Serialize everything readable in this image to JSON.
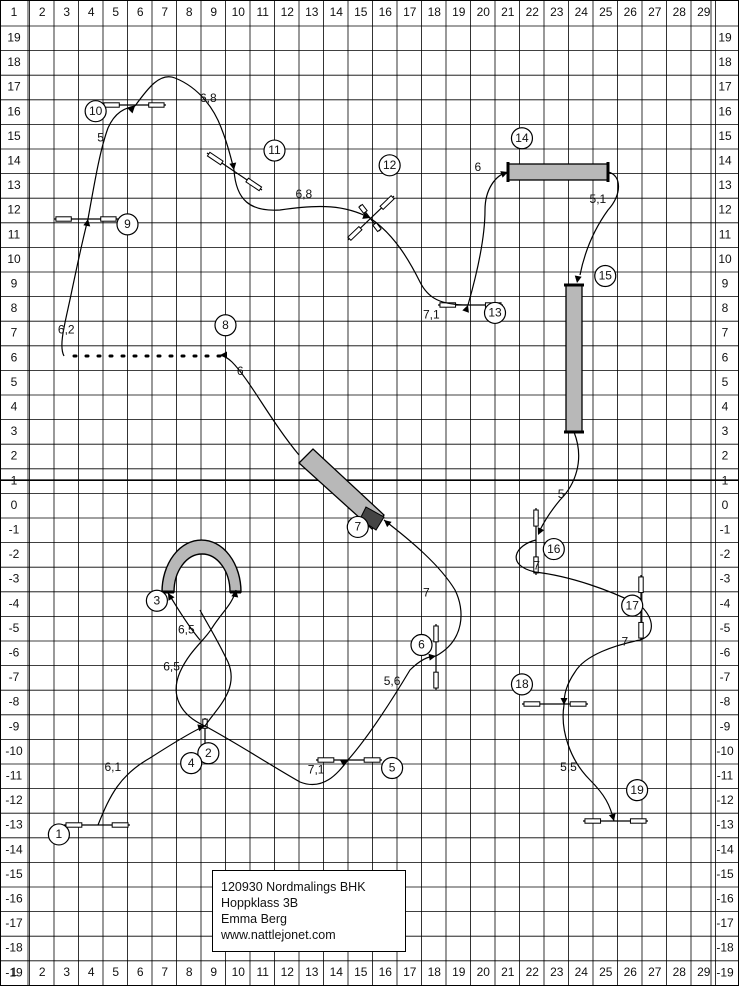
{
  "grid": {
    "x_labels": [
      "1",
      "2",
      "3",
      "4",
      "5",
      "6",
      "7",
      "8",
      "9",
      "10",
      "11",
      "12",
      "13",
      "14",
      "15",
      "16",
      "17",
      "18",
      "19",
      "20",
      "21",
      "22",
      "23",
      "24",
      "25",
      "26",
      "27",
      "28",
      "29"
    ],
    "y_labels": [
      "19",
      "18",
      "17",
      "16",
      "15",
      "14",
      "13",
      "12",
      "11",
      "10",
      "9",
      "8",
      "7",
      "6",
      "5",
      "4",
      "3",
      "2",
      "1",
      "0",
      "-1",
      "-2",
      "-3",
      "-4",
      "-5",
      "-6",
      "-7",
      "-8",
      "-9",
      "-10",
      "-11",
      "-12",
      "-13",
      "-14",
      "-15",
      "-16",
      "-17",
      "-18",
      "-19"
    ],
    "line_color": "#000000"
  },
  "obstacle_numbers": [
    {
      "n": "1",
      "gx": 2.2,
      "gy": -13.9
    },
    {
      "n": "2",
      "gx": 8.3,
      "gy": -10.6
    },
    {
      "n": "3",
      "gx": 6.2,
      "gy": -4.4
    },
    {
      "n": "4",
      "gx": 7.6,
      "gy": -11.0
    },
    {
      "n": "5",
      "gx": 15.8,
      "gy": -11.2
    },
    {
      "n": "6",
      "gx": 17.0,
      "gy": -6.2
    },
    {
      "n": "7",
      "gx": 14.4,
      "gy": -1.4
    },
    {
      "n": "8",
      "gx": 9.0,
      "gy": 6.8
    },
    {
      "n": "9",
      "gx": 5.0,
      "gy": 10.9
    },
    {
      "n": "10",
      "gx": 3.7,
      "gy": 15.5
    },
    {
      "n": "11",
      "gx": 11.0,
      "gy": 13.9
    },
    {
      "n": "12",
      "gx": 15.7,
      "gy": 13.3
    },
    {
      "n": "13",
      "gx": 20.0,
      "gy": 7.3
    },
    {
      "n": "14",
      "gx": 21.1,
      "gy": 14.4
    },
    {
      "n": "15",
      "gx": 24.5,
      "gy": 8.8
    },
    {
      "n": "16",
      "gx": 22.4,
      "gy": -2.3
    },
    {
      "n": "17",
      "gx": 25.6,
      "gy": -4.6
    },
    {
      "n": "18",
      "gx": 21.1,
      "gy": -7.8
    },
    {
      "n": "19",
      "gx": 25.8,
      "gy": -12.1
    }
  ],
  "distances": [
    {
      "t": "6,1",
      "gx": 4.4,
      "gy": -11.2
    },
    {
      "t": "6,5",
      "gx": 7.4,
      "gy": -5.6
    },
    {
      "t": "6,5",
      "gx": 6.8,
      "gy": -7.1
    },
    {
      "t": "7,1",
      "gx": 12.7,
      "gy": -11.3
    },
    {
      "t": "5,6",
      "gx": 15.8,
      "gy": -7.7
    },
    {
      "t": "7",
      "gx": 17.2,
      "gy": -4.1
    },
    {
      "t": "6",
      "gx": 9.6,
      "gy": 4.9
    },
    {
      "t": "6,2",
      "gx": 2.5,
      "gy": 6.6
    },
    {
      "t": "5",
      "gx": 3.9,
      "gy": 14.4
    },
    {
      "t": "6,8",
      "gx": 8.3,
      "gy": 16.0
    },
    {
      "t": "6,8",
      "gx": 12.2,
      "gy": 12.1
    },
    {
      "t": "7,1",
      "gx": 17.4,
      "gy": 7.2
    },
    {
      "t": "6",
      "gx": 19.3,
      "gy": 13.2
    },
    {
      "t": "5,1",
      "gx": 24.2,
      "gy": 11.9
    },
    {
      "t": "5",
      "gx": 22.7,
      "gy": -0.1
    },
    {
      "t": "7",
      "gx": 21.7,
      "gy": -3.0
    },
    {
      "t": "7",
      "gx": 25.3,
      "gy": -6.1
    },
    {
      "t": "5,5",
      "gx": 23.0,
      "gy": -11.2
    }
  ],
  "info": {
    "line1": "120930 Nordmalings BHK",
    "line2": "Hoppklass 3B",
    "line3": "Emma Berg",
    "line4": "www.nattlejonet.com"
  },
  "colors": {
    "tunnel_fill": "#b8b8b8",
    "pole_fill": "#c8c8c8",
    "stroke": "#000000"
  }
}
